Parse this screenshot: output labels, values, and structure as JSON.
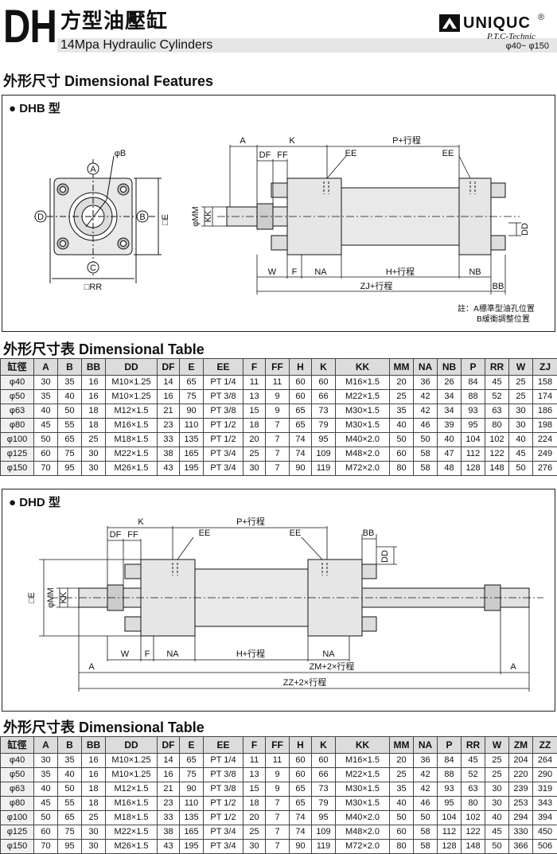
{
  "header": {
    "series_code": "DH",
    "title_zh": "方型油壓缸",
    "title_en": "14Mpa Hydraulic Cylinders",
    "brand": "UNIQUC",
    "registered": "®",
    "brand_sub": "P.T.C-Technic",
    "range": "φ40~ φ150"
  },
  "features_heading": "外形尺寸 Dimensional Features",
  "dhb": {
    "label": "DHB 型",
    "front_labels": {
      "a": "A",
      "b": "B",
      "c": "C",
      "d": "D",
      "phiB": "φB",
      "sqE": "□E",
      "sqRR": "□RR"
    },
    "side_labels": {
      "A": "A",
      "K": "K",
      "P": "P+行程",
      "DF": "DF",
      "FF": "FF",
      "EE1": "EE",
      "EE2": "EE",
      "phiMM": "φMM",
      "KK": "KK",
      "DD": "DD",
      "W": "W",
      "F": "F",
      "NA": "NA",
      "H": "H+行程",
      "NB": "NB",
      "ZJ": "ZJ+行程",
      "BB": "BB"
    },
    "note_prefix": "註：",
    "note_a": "A標準型油孔位置",
    "note_b": "B緩衝調整位置"
  },
  "table1": {
    "title": "外形尺寸表 Dimensional Table",
    "headers": [
      "缸徑",
      "A",
      "B",
      "BB",
      "DD",
      "DF",
      "E",
      "EE",
      "F",
      "FF",
      "H",
      "K",
      "KK",
      "MM",
      "NA",
      "NB",
      "P",
      "RR",
      "W",
      "ZJ"
    ],
    "rows": [
      [
        "φ40",
        "30",
        "35",
        "16",
        "M10×1.25",
        "14",
        "65",
        "PT 1/4",
        "11",
        "11",
        "60",
        "60",
        "M16×1.5",
        "20",
        "36",
        "26",
        "84",
        "45",
        "25",
        "158"
      ],
      [
        "φ50",
        "35",
        "40",
        "16",
        "M10×1.25",
        "16",
        "75",
        "PT 3/8",
        "13",
        "9",
        "60",
        "66",
        "M22×1.5",
        "25",
        "42",
        "34",
        "88",
        "52",
        "25",
        "174"
      ],
      [
        "φ63",
        "40",
        "50",
        "18",
        "M12×1.5",
        "21",
        "90",
        "PT 3/8",
        "15",
        "9",
        "65",
        "73",
        "M30×1.5",
        "35",
        "42",
        "34",
        "93",
        "63",
        "30",
        "186"
      ],
      [
        "φ80",
        "45",
        "55",
        "18",
        "M16×1.5",
        "23",
        "110",
        "PT 1/2",
        "18",
        "7",
        "65",
        "79",
        "M30×1.5",
        "40",
        "46",
        "39",
        "95",
        "80",
        "30",
        "198"
      ],
      [
        "φ100",
        "50",
        "65",
        "25",
        "M18×1.5",
        "33",
        "135",
        "PT 1/2",
        "20",
        "7",
        "74",
        "95",
        "M40×2.0",
        "50",
        "50",
        "40",
        "104",
        "102",
        "40",
        "224"
      ],
      [
        "φ125",
        "60",
        "75",
        "30",
        "M22×1.5",
        "38",
        "165",
        "PT 3/4",
        "25",
        "7",
        "74",
        "109",
        "M48×2.0",
        "60",
        "58",
        "47",
        "112",
        "122",
        "45",
        "249"
      ],
      [
        "φ150",
        "70",
        "95",
        "30",
        "M26×1.5",
        "43",
        "195",
        "PT 3/4",
        "30",
        "7",
        "90",
        "119",
        "M72×2.0",
        "80",
        "58",
        "48",
        "128",
        "148",
        "50",
        "276"
      ]
    ]
  },
  "dhd": {
    "label": "DHD 型",
    "labels": {
      "K": "K",
      "P": "P+行程",
      "DF": "DF",
      "FF": "FF",
      "EE1": "EE",
      "EE2": "EE",
      "BB": "BB",
      "DD": "DD",
      "sqE": "□E",
      "phiMM": "φMM",
      "KK": "KK",
      "W": "W",
      "F": "F",
      "NA1": "NA",
      "H": "H+行程",
      "NA2": "NA",
      "A1": "A",
      "ZM": "ZM+2×行程",
      "A2": "A",
      "ZZ": "ZZ+2×行程"
    }
  },
  "table2": {
    "title": "外形尺寸表 Dimensional Table",
    "headers": [
      "缸徑",
      "A",
      "B",
      "BB",
      "DD",
      "DF",
      "E",
      "EE",
      "F",
      "FF",
      "H",
      "K",
      "KK",
      "MM",
      "NA",
      "P",
      "RR",
      "W",
      "ZM",
      "ZZ"
    ],
    "rows": [
      [
        "φ40",
        "30",
        "35",
        "16",
        "M10×1.25",
        "14",
        "65",
        "PT 1/4",
        "11",
        "11",
        "60",
        "60",
        "M16×1.5",
        "20",
        "36",
        "84",
        "45",
        "25",
        "204",
        "264"
      ],
      [
        "φ50",
        "35",
        "40",
        "16",
        "M10×1.25",
        "16",
        "75",
        "PT 3/8",
        "13",
        "9",
        "60",
        "66",
        "M22×1.5",
        "25",
        "42",
        "88",
        "52",
        "25",
        "220",
        "290"
      ],
      [
        "φ63",
        "40",
        "50",
        "18",
        "M12×1.5",
        "21",
        "90",
        "PT 3/8",
        "15",
        "9",
        "65",
        "73",
        "M30×1.5",
        "35",
        "42",
        "93",
        "63",
        "30",
        "239",
        "319"
      ],
      [
        "φ80",
        "45",
        "55",
        "18",
        "M16×1.5",
        "23",
        "110",
        "PT 1/2",
        "18",
        "7",
        "65",
        "79",
        "M30×1.5",
        "40",
        "46",
        "95",
        "80",
        "30",
        "253",
        "343"
      ],
      [
        "φ100",
        "50",
        "65",
        "25",
        "M18×1.5",
        "33",
        "135",
        "PT 1/2",
        "20",
        "7",
        "74",
        "95",
        "M40×2.0",
        "50",
        "50",
        "104",
        "102",
        "40",
        "294",
        "394"
      ],
      [
        "φ125",
        "60",
        "75",
        "30",
        "M22×1.5",
        "38",
        "165",
        "PT 3/4",
        "25",
        "7",
        "74",
        "109",
        "M48×2.0",
        "60",
        "58",
        "112",
        "122",
        "45",
        "330",
        "450"
      ],
      [
        "φ150",
        "70",
        "95",
        "30",
        "M26×1.5",
        "43",
        "195",
        "PT 3/4",
        "30",
        "7",
        "90",
        "119",
        "M72×2.0",
        "80",
        "58",
        "128",
        "148",
        "50",
        "366",
        "506"
      ]
    ]
  }
}
